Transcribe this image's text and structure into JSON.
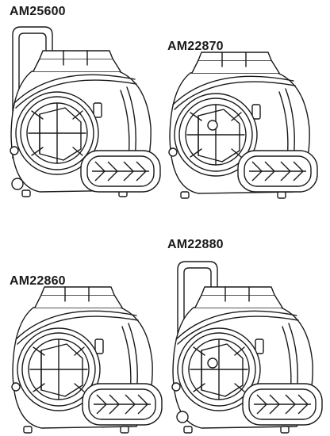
{
  "models": [
    {
      "id": "m1",
      "label": "AM25600",
      "handle": true
    },
    {
      "id": "m2",
      "label": "AM22870",
      "handle": false
    },
    {
      "id": "m3",
      "label": "AM22860",
      "handle": false
    },
    {
      "id": "m4",
      "label": "AM22880",
      "handle": true
    }
  ],
  "colors": {
    "line": "#1a1a1a",
    "fill": "#ffffff"
  }
}
